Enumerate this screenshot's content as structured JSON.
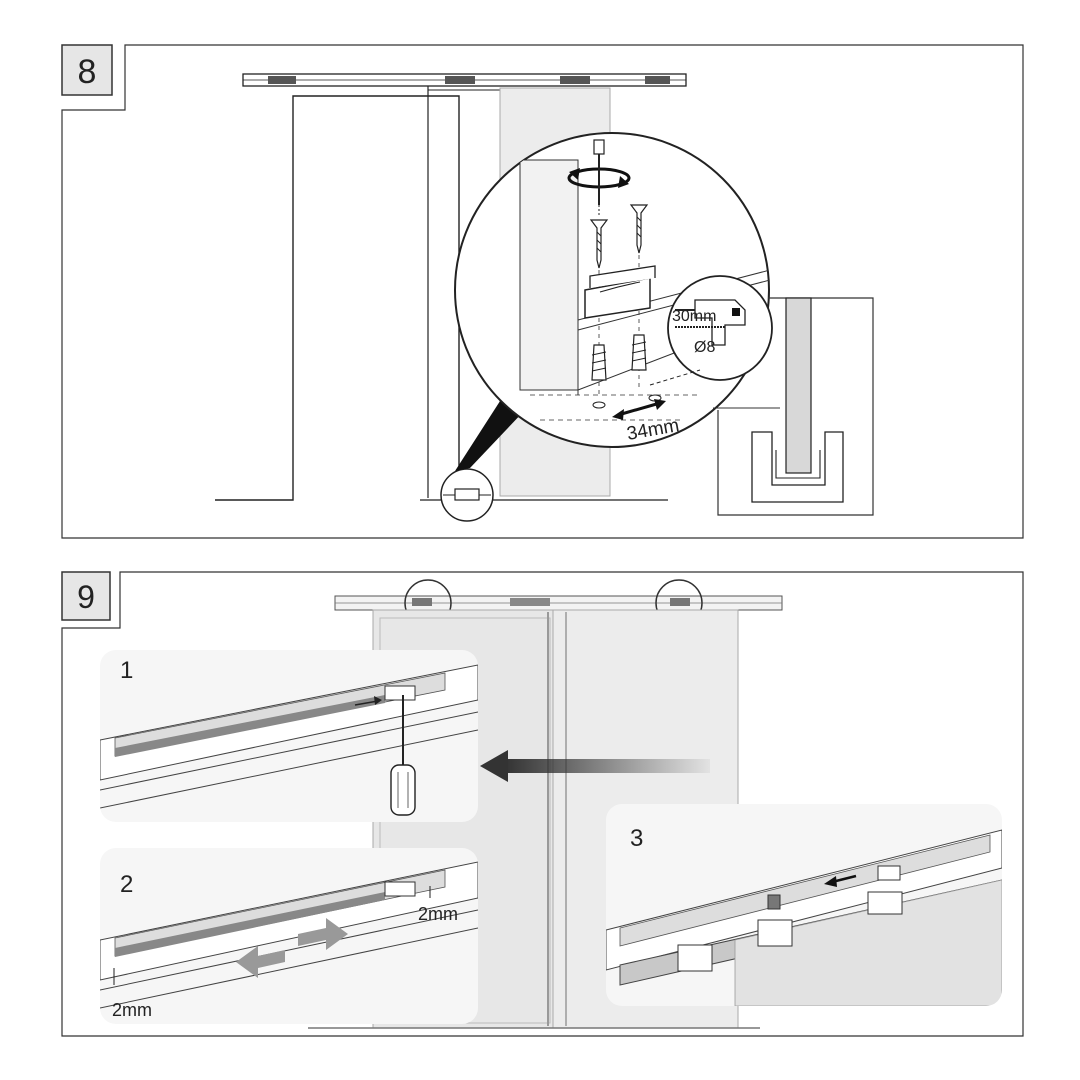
{
  "steps": [
    {
      "number": "8",
      "labels": {
        "drill_depth": "30mm",
        "drill_diameter": "Ø8",
        "spacing": "34mm"
      }
    },
    {
      "number": "9",
      "substeps": [
        {
          "number": "1"
        },
        {
          "number": "2",
          "gap_right": "2mm",
          "gap_left": "2mm"
        },
        {
          "number": "3"
        }
      ]
    }
  ],
  "colors": {
    "line": "#222222",
    "door_fill": "#ececec",
    "panel_bg": "#f4f4f4",
    "arrow": "#555555"
  },
  "icons": [
    "screw-icon",
    "wall-plug-icon",
    "drill-icon",
    "screwdriver-icon",
    "rotation-arrow-icon"
  ]
}
